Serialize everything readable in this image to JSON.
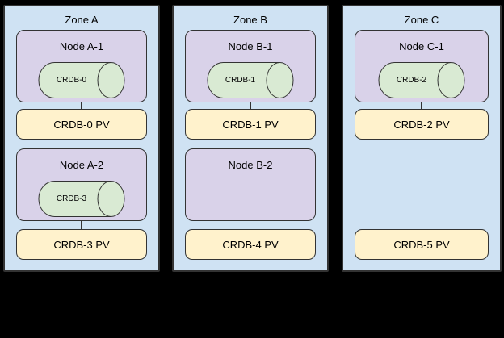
{
  "colors": {
    "background": "#000000",
    "zone-fill": "#cfe2f3",
    "node-fill": "#d9d2e9",
    "cylinder-fill": "#d9ead3",
    "pv-fill": "#fff2cc",
    "border": "#333333",
    "text": "#000000"
  },
  "zones": [
    {
      "label": "Zone A",
      "nodes": [
        {
          "label": "Node A-1",
          "cylinder": "CRDB-0",
          "pv": "CRDB-0 PV"
        },
        {
          "label": "Node A-2",
          "cylinder": "CRDB-3",
          "pv": "CRDB-3 PV"
        }
      ]
    },
    {
      "label": "Zone B",
      "nodes": [
        {
          "label": "Node B-1",
          "cylinder": "CRDB-1",
          "pv": "CRDB-1 PV"
        },
        {
          "label": "Node B-2",
          "pv": "CRDB-4 PV"
        }
      ]
    },
    {
      "label": "Zone C",
      "nodes": [
        {
          "label": "Node C-1",
          "cylinder": "CRDB-2",
          "pv": "CRDB-2 PV"
        },
        {
          "pv": "CRDB-5 PV"
        }
      ]
    }
  ]
}
